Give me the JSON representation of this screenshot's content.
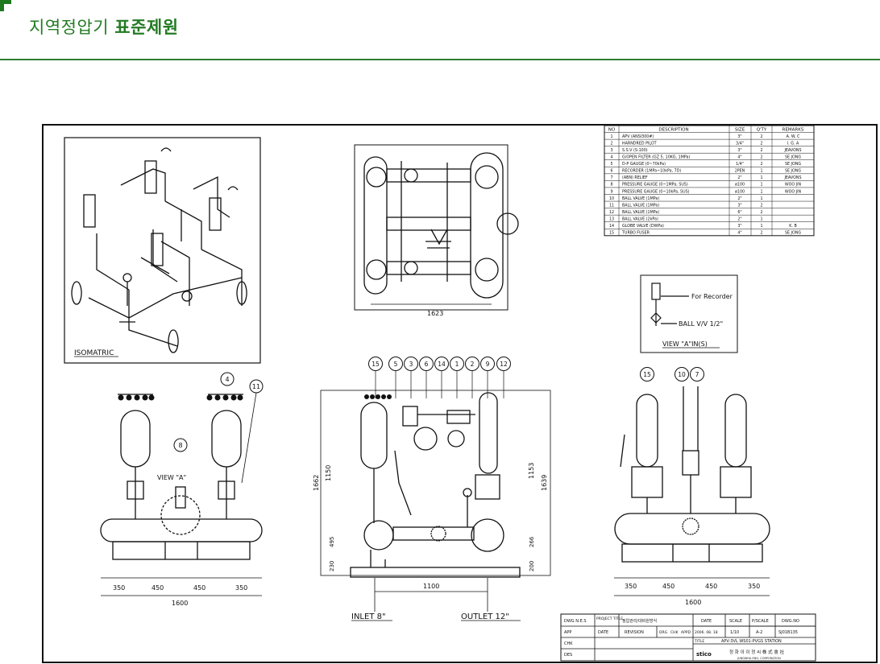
{
  "header": {
    "title_light": "지역정압기",
    "title_bold": "표준제원"
  },
  "bom": {
    "columns": [
      "NO",
      "DESCRIPTION",
      "SIZE",
      "Q'TY",
      "REMARKS"
    ],
    "rows": [
      [
        "1",
        "APV (ANSI300#)",
        "3\"",
        "2",
        "A. W. C"
      ],
      [
        "2",
        "HARNDRED PILOT",
        "3/4\"",
        "2",
        "I. G. A"
      ],
      [
        "3",
        "S.S.V (S-100)",
        "3\"",
        "2",
        "JEAVONS"
      ],
      [
        "4",
        "G/OPEN FILTER (GZ 5, 10KG, 1MPa)",
        "4\"",
        "2",
        "SE JONG"
      ],
      [
        "5",
        "D-P GAUGE (0~70kPa)",
        "1/4\"",
        "2",
        "SE JONG"
      ],
      [
        "6",
        "RECORDER (1MPa~10kPa, 7D)",
        "2PEN",
        "1",
        "SE JONG"
      ],
      [
        "7",
        "(ABN) RELIEF",
        "2\"",
        "1",
        "JEAVONS"
      ],
      [
        "8",
        "PRESSURE GAUGE (0~1MPa, SUS)",
        "ø100",
        "1",
        "WOO JIN"
      ],
      [
        "9",
        "PRESSURE GAUGE (0~10kPa, SUS)",
        "ø100",
        "1",
        "WOO JIN"
      ],
      [
        "10",
        "BALL VALVE (1MPa)",
        "2\"",
        "1",
        ""
      ],
      [
        "11",
        "BALL VALVE (1MPa)",
        "3\"",
        "2",
        ""
      ],
      [
        "12",
        "BALL VALVE (1MPa)",
        "6\"",
        "2",
        ""
      ],
      [
        "13",
        "BALL VALVE (2kPa)",
        "2\"",
        "1",
        ""
      ],
      [
        "14",
        "GLOBE VALVE (DWPa)",
        "3\"",
        "1",
        "K. B"
      ],
      [
        "15",
        "TURBO FUSER",
        "4\"",
        "2",
        "SE JONG"
      ]
    ]
  },
  "labels": {
    "isometric": "ISOMATRIC",
    "view_a_title": "VIEW \"A\"IN(S)",
    "for_recorder": "For Recorder",
    "ball_vv": "BALL V/V 1/2\"",
    "view_a": "VIEW \"A\"",
    "inlet": "INLET 8\"",
    "outlet": "OUTLET 12\""
  },
  "dims": {
    "top_width": "1623",
    "left_seg1": "350",
    "left_seg2": "450",
    "left_seg3": "450",
    "left_seg4": "350",
    "left_total": "1600",
    "mid_height_total": "1662",
    "mid_height_inner": "1150",
    "mid_h_right": "1153",
    "mid_h_right2": "1639",
    "mid_495": "495",
    "mid_230": "230",
    "mid_266": "266",
    "mid_200": "200",
    "mid_width": "1100",
    "right_seg1": "350",
    "right_seg2": "450",
    "right_seg3": "450",
    "right_seg4": "350",
    "right_total": "1600"
  },
  "balloons": {
    "left_top_a": "4",
    "left_top_b": "11",
    "left_mid": "8",
    "mid": [
      "15",
      "5",
      "3",
      "6",
      "14",
      "1",
      "2",
      "9",
      "12"
    ],
    "right": [
      "15",
      "10",
      "7"
    ]
  },
  "title_block": {
    "dwg_no": "DWG N.E.S",
    "project_title": "PROJECT TITLE",
    "project_value": "정압관리/대비원방식",
    "date_col": "DATE",
    "revision": "REVISION",
    "chk": "CHK",
    "des": "DES",
    "app": "APP",
    "date_h": "DATE",
    "scale_h": "SCALE",
    "pscale_h": "P/SCALE",
    "dwg_h": "DWG.NO",
    "dwg_dr": "DRG",
    "dwg_chk": "CHK",
    "dwg_app": "APPD",
    "date_v": "2006. 08. 18",
    "scale_v": "1/10",
    "pscale_v": "A-2",
    "dwgno_v": "SJ01B135",
    "title_label": "TITLE",
    "title_v": "APV-3VL WS01-PVGS STATION",
    "company": "정 화 이 이 정 씨 株 式 會 社",
    "company_sub": "JUNGWHA ENG. CORPORATION",
    "logo": "stico"
  }
}
